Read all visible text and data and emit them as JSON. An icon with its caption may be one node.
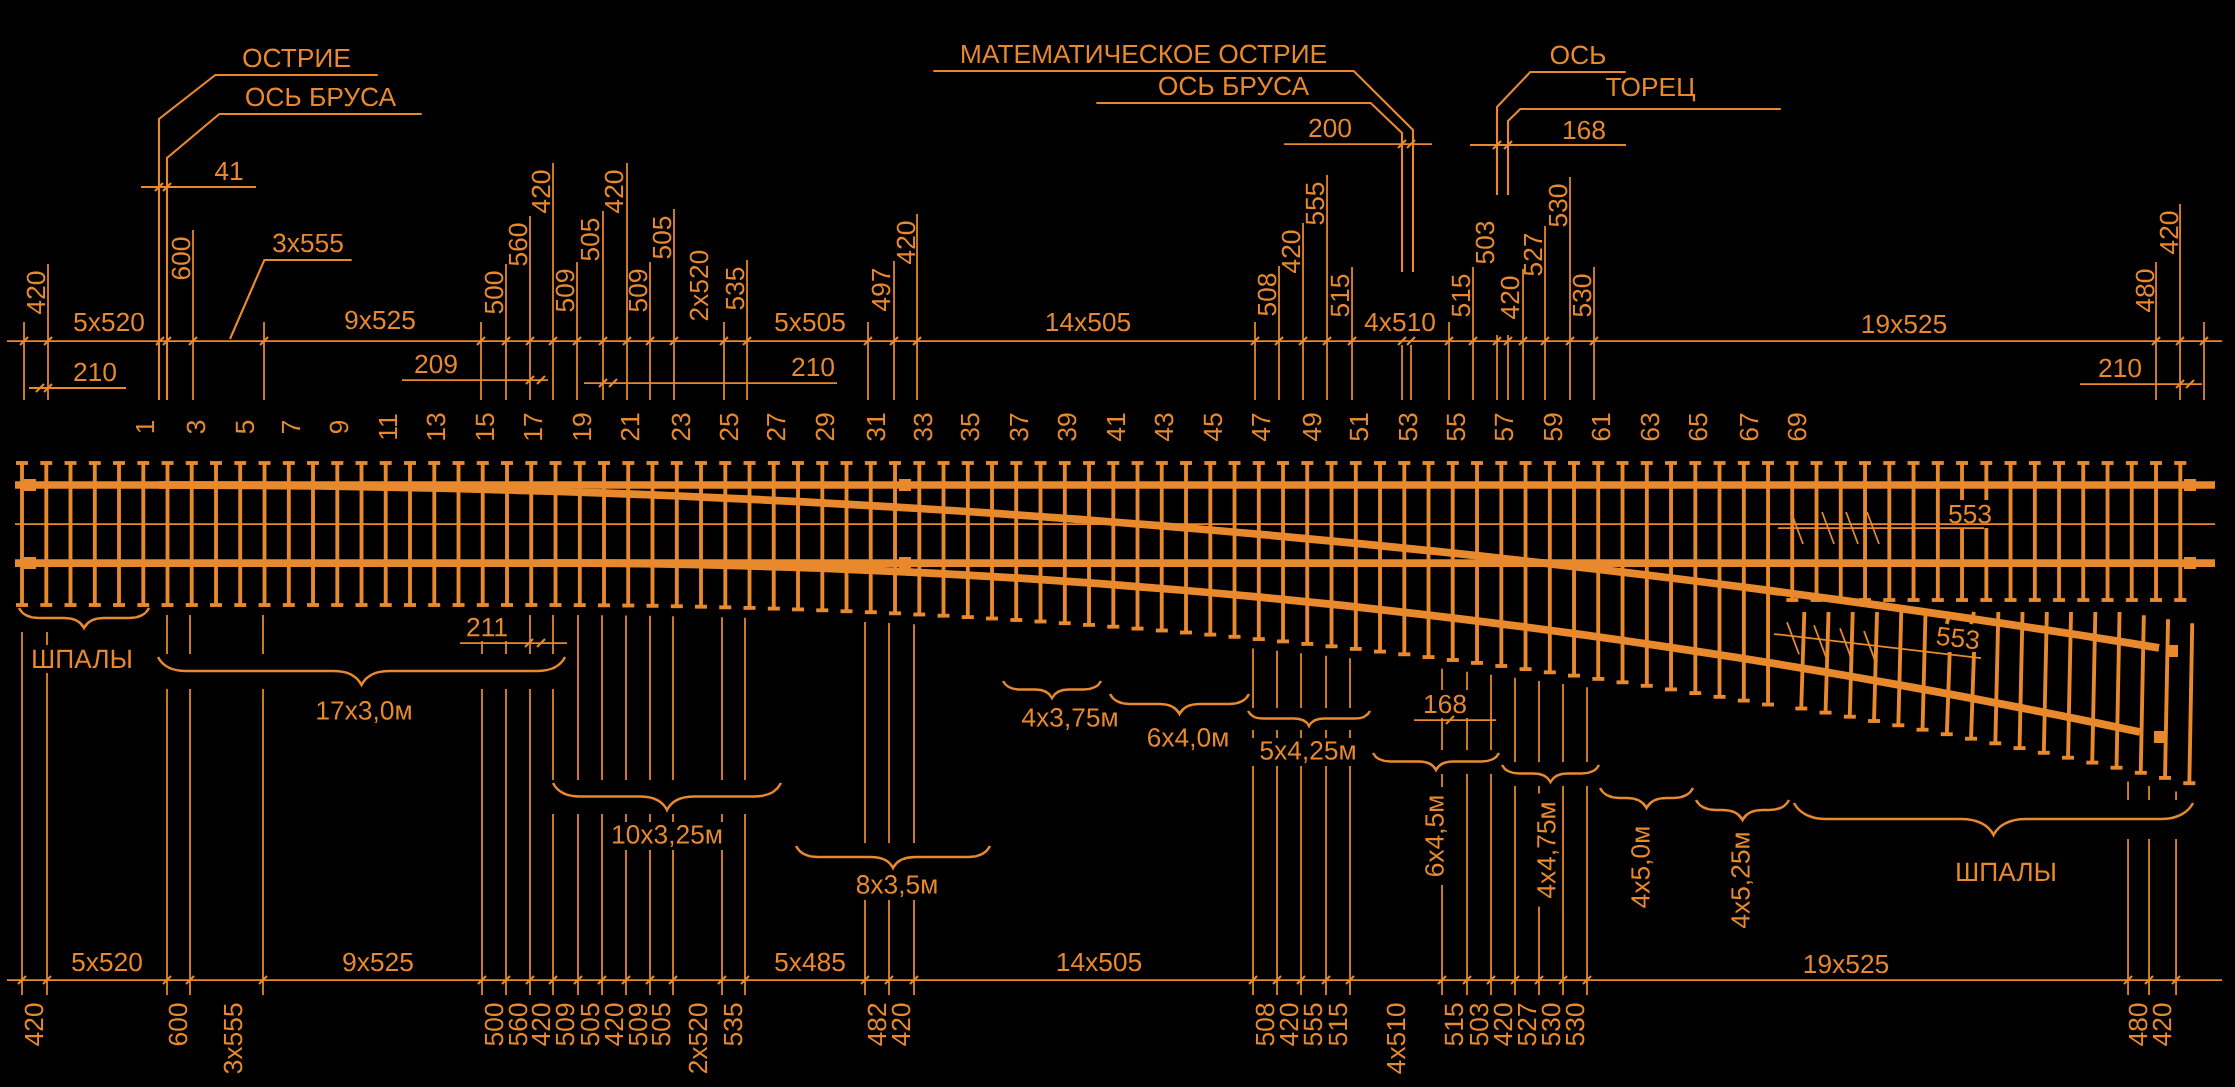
{
  "diagram": {
    "nodes": [
      {
        "text": [
          "ОСТРИЕ"
        ]
      },
      {
        "text": [
          "ОСЬ БРУСА"
        ]
      },
      {
        "text": [
          "3x555"
        ]
      },
      {
        "text": [
          "МАТЕМАТИЧЕСКОЕ ОСТРИЕ"
        ]
      },
      {
        "text": [
          "ОСЬ БРУСА"
        ]
      },
      {
        "text": [
          "ОСЬ"
        ]
      },
      {
        "text": [
          "ТОРЕЦ"
        ]
      }
    ],
    "edges": [
      {
        "from": 0,
        "to": null,
        "arrow": "none"
      },
      {
        "from": 1,
        "to": null,
        "arrow": "none"
      },
      {
        "from": 2,
        "to": null,
        "arrow": "none"
      },
      {
        "from": 3,
        "to": null,
        "arrow": "none"
      },
      {
        "from": 4,
        "to": null,
        "arrow": "none"
      },
      {
        "from": 5,
        "to": null,
        "arrow": "none"
      },
      {
        "from": 6,
        "to": null,
        "arrow": "none"
      }
    ],
    "labels": [
      "41",
      "200",
      "168",
      "420",
      "600",
      "500",
      "560",
      "420",
      "509",
      "505",
      "420",
      "509",
      "505",
      "2x520",
      "535",
      "497",
      "420",
      "508",
      "420",
      "555",
      "515",
      "515",
      "503",
      "420",
      "527",
      "530",
      "530",
      "480",
      "420",
      "5x520",
      "9x525",
      "5x505",
      "14x505",
      "4x510",
      "19x525",
      "210",
      "209",
      "210",
      "210",
      "1",
      "3",
      "5",
      "7",
      "9",
      "11",
      "13",
      "15",
      "17",
      "19",
      "21",
      "23",
      "25",
      "27",
      "29",
      "31",
      "33",
      "35",
      "37",
      "39",
      "41",
      "43",
      "45",
      "47",
      "49",
      "51",
      "53",
      "55",
      "57",
      "59",
      "61",
      "63",
      "65",
      "67",
      "69",
      "553",
      "553",
      "ШПАЛЫ",
      "211",
      "17x3,0м",
      "4x3,75м",
      "6x4,0м",
      "168",
      "5x4,25м",
      "10x3,25м",
      "6x4,5м",
      "4x4,75м",
      "4x5,0м",
      "4x5,25м",
      "ШПАЛЫ",
      "8x3,5м",
      "5x520",
      "9x525",
      "5x485",
      "14x505",
      "19x525",
      "420",
      "600",
      "3x555",
      "500",
      "560",
      "420",
      "509",
      "505",
      "420",
      "509",
      "505",
      "2x520",
      "535",
      "482",
      "420",
      "508",
      "420",
      "555",
      "515",
      "4x510",
      "515",
      "503",
      "420",
      "527",
      "530",
      "530",
      "480",
      "420"
    ]
  }
}
